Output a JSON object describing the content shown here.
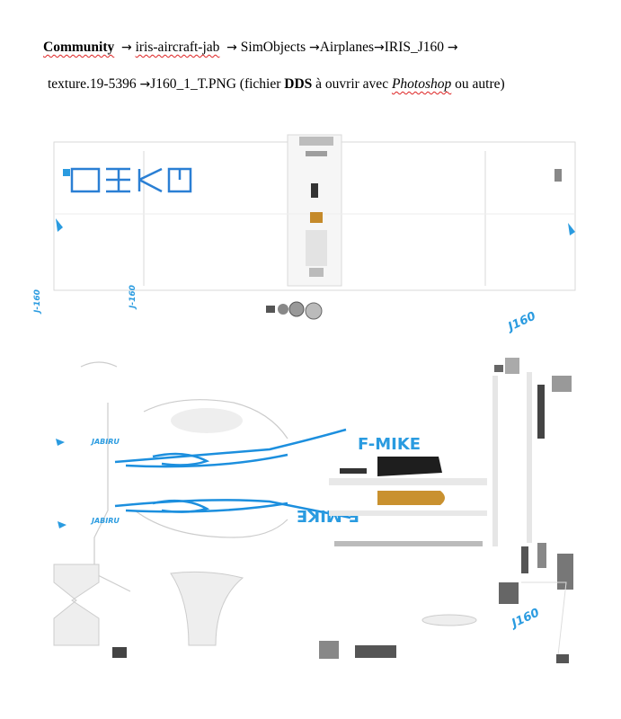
{
  "path": {
    "community": "Community",
    "arrow": "→",
    "pkg": "iris-aircraft-jab",
    "simobjects": "SimObjects",
    "airplanes": "Airplanes",
    "iris": "IRIS_J160",
    "texture": "texture.19-5396",
    "file": "J160_1_T.PNG",
    "note_open": "(fichier ",
    "note_dds": "DDS",
    "note_mid": " à ouvrir avec ",
    "note_app": "Photoshop",
    "note_end": " ou autre)"
  },
  "texture": {
    "reg_top": "F-MIKE",
    "reg_bottom": "F-MIKE",
    "logo": "JABIRU",
    "logo_model": "J160",
    "small_model": "J-160",
    "accent_color": "#2a9be0"
  }
}
